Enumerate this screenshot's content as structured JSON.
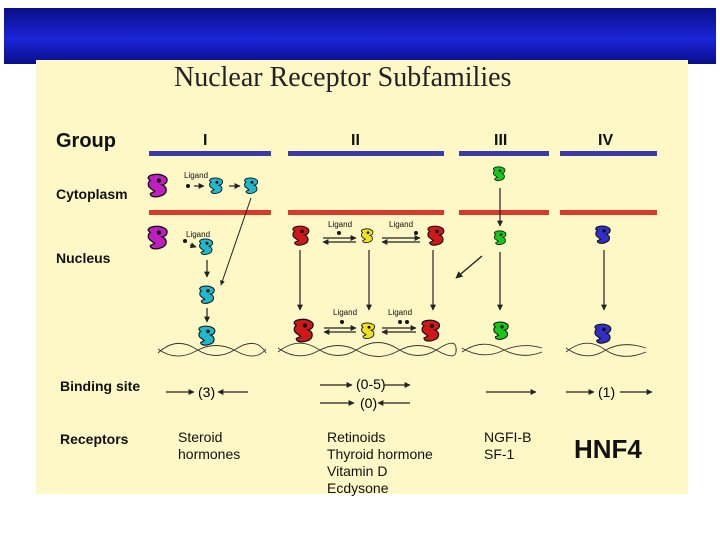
{
  "title": "Nuclear Receptor Subfamilies",
  "labels": {
    "group": "Group",
    "cytoplasm": "Cytoplasm",
    "nucleus": "Nucleus",
    "binding_site": "Binding site",
    "receptors": "Receptors"
  },
  "groups": [
    "I",
    "II",
    "III",
    "IV"
  ],
  "ligand_word": "Ligand",
  "binding": {
    "g1": "(3)",
    "g2a": "(0-5)",
    "g2b": "(0)",
    "g4": "(1)"
  },
  "receptors": {
    "g1": [
      "Steroid",
      "hormones"
    ],
    "g2": [
      "Retinoids",
      "Thyroid hormone",
      "Vitamin D",
      "Ecdysone"
    ],
    "g3": [
      "NGFI-B",
      "SF-1"
    ],
    "g4": "HNF4"
  },
  "colors": {
    "top_bar": "#1a24d8",
    "panel": "#fdf8c6",
    "blue_membrane": "#3a3aa8",
    "red_membrane": "#d83a2a",
    "magenta": "#c01fbf",
    "cyan": "#20b8cc",
    "red_receptor": "#d01818",
    "yellow_receptor": "#f0e020",
    "green_receptor": "#18c818",
    "blue_receptor": "#3030c8"
  }
}
